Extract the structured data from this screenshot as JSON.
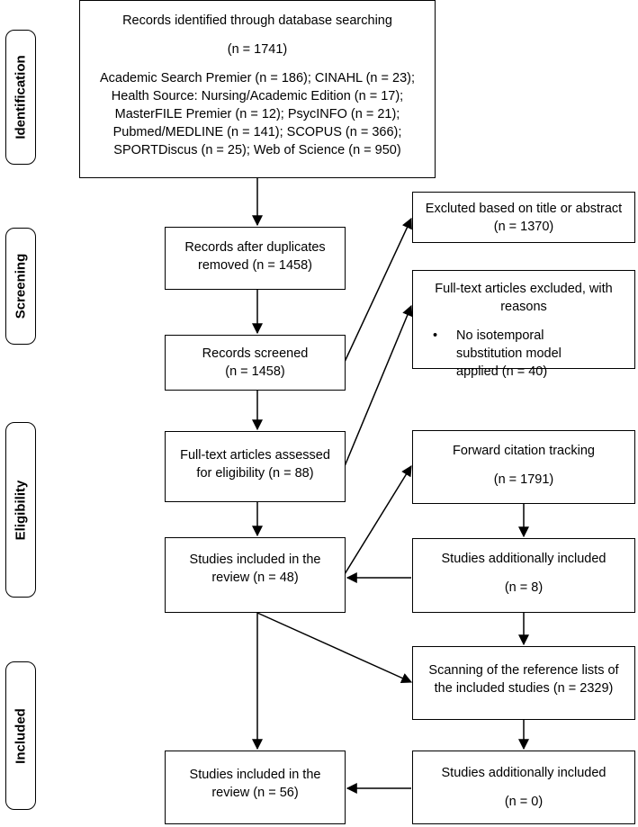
{
  "phases": {
    "identification": "Identification",
    "screening": "Screening",
    "eligibility": "Eligibility",
    "included": "Included"
  },
  "boxes": {
    "database": {
      "title": "Records identified through database searching",
      "count": "(n = 1741)",
      "sources": [
        "Academic Search Premier (n = 186); CINAHL (n = 23);",
        "Health Source: Nursing/Academic Edition (n = 17);",
        "MasterFILE Premier (n = 12); PsycINFO (n = 21);",
        "Pubmed/MEDLINE (n = 141); SCOPUS (n = 366);",
        "SPORTDiscus (n = 25); Web of Science (n = 950)"
      ]
    },
    "after_duplicates": {
      "line1": "Records after duplicates",
      "line2": "removed (n = 1458)"
    },
    "screened": {
      "line1": "Records screened",
      "line2": "(n = 1458)"
    },
    "fulltext_assessed": {
      "line1": "Full-text articles assessed",
      "line2": "for eligibility (n = 88)"
    },
    "included_review_1": {
      "line1": "Studies included in the",
      "line2": "review (n = 48)"
    },
    "included_review_2": {
      "line1": "Studies included in the",
      "line2": "review (n = 56)"
    },
    "excluded_title": {
      "line1": "Excluted based on title or abstract",
      "line2": "(n = 1370)"
    },
    "fulltext_excluded": {
      "line1": "Full-text articles excluded, with",
      "line2": "reasons",
      "bullet": "•",
      "reason1": "No isotemporal",
      "reason2": "substitution model",
      "reason3": "applied (n = 40)"
    },
    "forward_citation": {
      "line1": "Forward citation tracking",
      "line2": "(n = 1791)"
    },
    "additional_1": {
      "line1": "Studies additionally included",
      "line2": "(n = 8)"
    },
    "reference_scan": {
      "line1": "Scanning of the reference lists of",
      "line2": "the included studies (n = 2329)"
    },
    "additional_2": {
      "line1": "Studies additionally included",
      "line2": "(n = 0)"
    }
  }
}
